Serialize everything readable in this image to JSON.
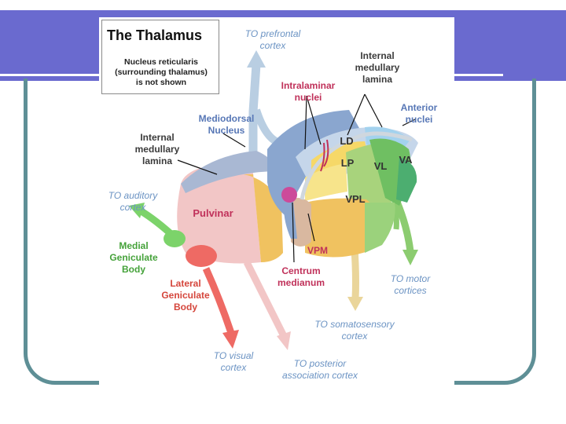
{
  "title": "The Thalamus",
  "note": "Nucleus reticularis\n(surrounding thalamus)\nis not shown",
  "targets": {
    "prefrontal": "TO prefrontal\ncortex",
    "auditory": "TO auditory\ncortex",
    "visual": "TO visual\ncortex",
    "posterior": "TO posterior\nassociation cortex",
    "somatosensory": "TO somatosensory\ncortex",
    "motor": "TO motor\ncortices"
  },
  "structures": {
    "internal_lamina_top": "Internal\nmedullary\nlamina",
    "internal_lamina_left": "Internal\nmedullary\nlamina",
    "intralaminar": "Intralaminar\nnuclei",
    "anterior": "Anterior\nnuclei",
    "mediodorsal": "Mediodorsal\nNucleus",
    "medial_geniculate": "Medial\nGeniculate\nBody",
    "lateral_geniculate": "Lateral\nGeniculate\nBody",
    "centrum": "Centrum\nmedianum",
    "vpm": "VPM"
  },
  "nuclei": {
    "pulvinar": "Pulvinar",
    "ld": "LD",
    "lp": "LP",
    "vl": "VL",
    "va": "VA",
    "vpl": "VPL"
  },
  "colors": {
    "band": "#6a6acf",
    "frame": "#5e8f96",
    "blue_label": "#6b93c3",
    "red_label": "#c0315a",
    "pulvinar": "#f2c6c6",
    "lateral_gn": "#ee6a64",
    "medial_gn": "#7cd36a",
    "motor": "#8ccc70",
    "somatosensory": "#ead59a",
    "mediodorsal": "#8aa6cf"
  }
}
